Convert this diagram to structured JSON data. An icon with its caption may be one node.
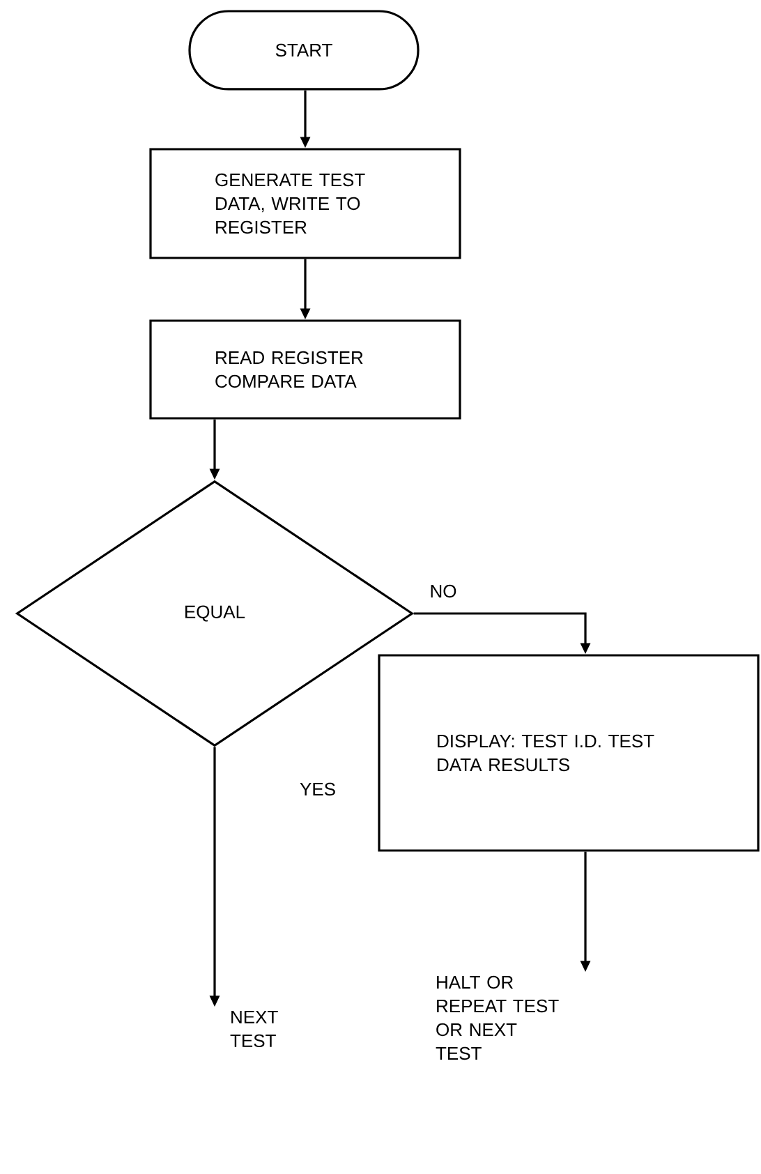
{
  "diagram": {
    "nodes": [
      {
        "text": [
          "START"
        ]
      },
      {
        "text": [
          "GENERATE TEST DATA, WRITE TO REGISTER"
        ]
      },
      {
        "text": [
          "READ REGISTER COMPARE DATA"
        ]
      },
      {
        "text": [
          "EQUAL"
        ]
      },
      {
        "text": [
          "DISPLAY: TEST I.D. TEST DATA RESULTS"
        ]
      },
      {
        "text": [
          "NEXT TEST"
        ]
      },
      {
        "text": [
          "HALT OR REPEAT TEST OR NEXT TEST"
        ]
      }
    ],
    "edges": [
      {
        "from": 0,
        "to": 1,
        "arrow": "to"
      },
      {
        "from": 1,
        "to": 2,
        "arrow": "to"
      },
      {
        "from": 2,
        "to": 3,
        "arrow": "to"
      },
      {
        "from": 3,
        "to": 4,
        "arrow": "to",
        "label": "NO"
      },
      {
        "from": 3,
        "to": 5,
        "arrow": "to",
        "label": "YES"
      },
      {
        "from": 4,
        "to": 6,
        "arrow": "to"
      }
    ]
  }
}
